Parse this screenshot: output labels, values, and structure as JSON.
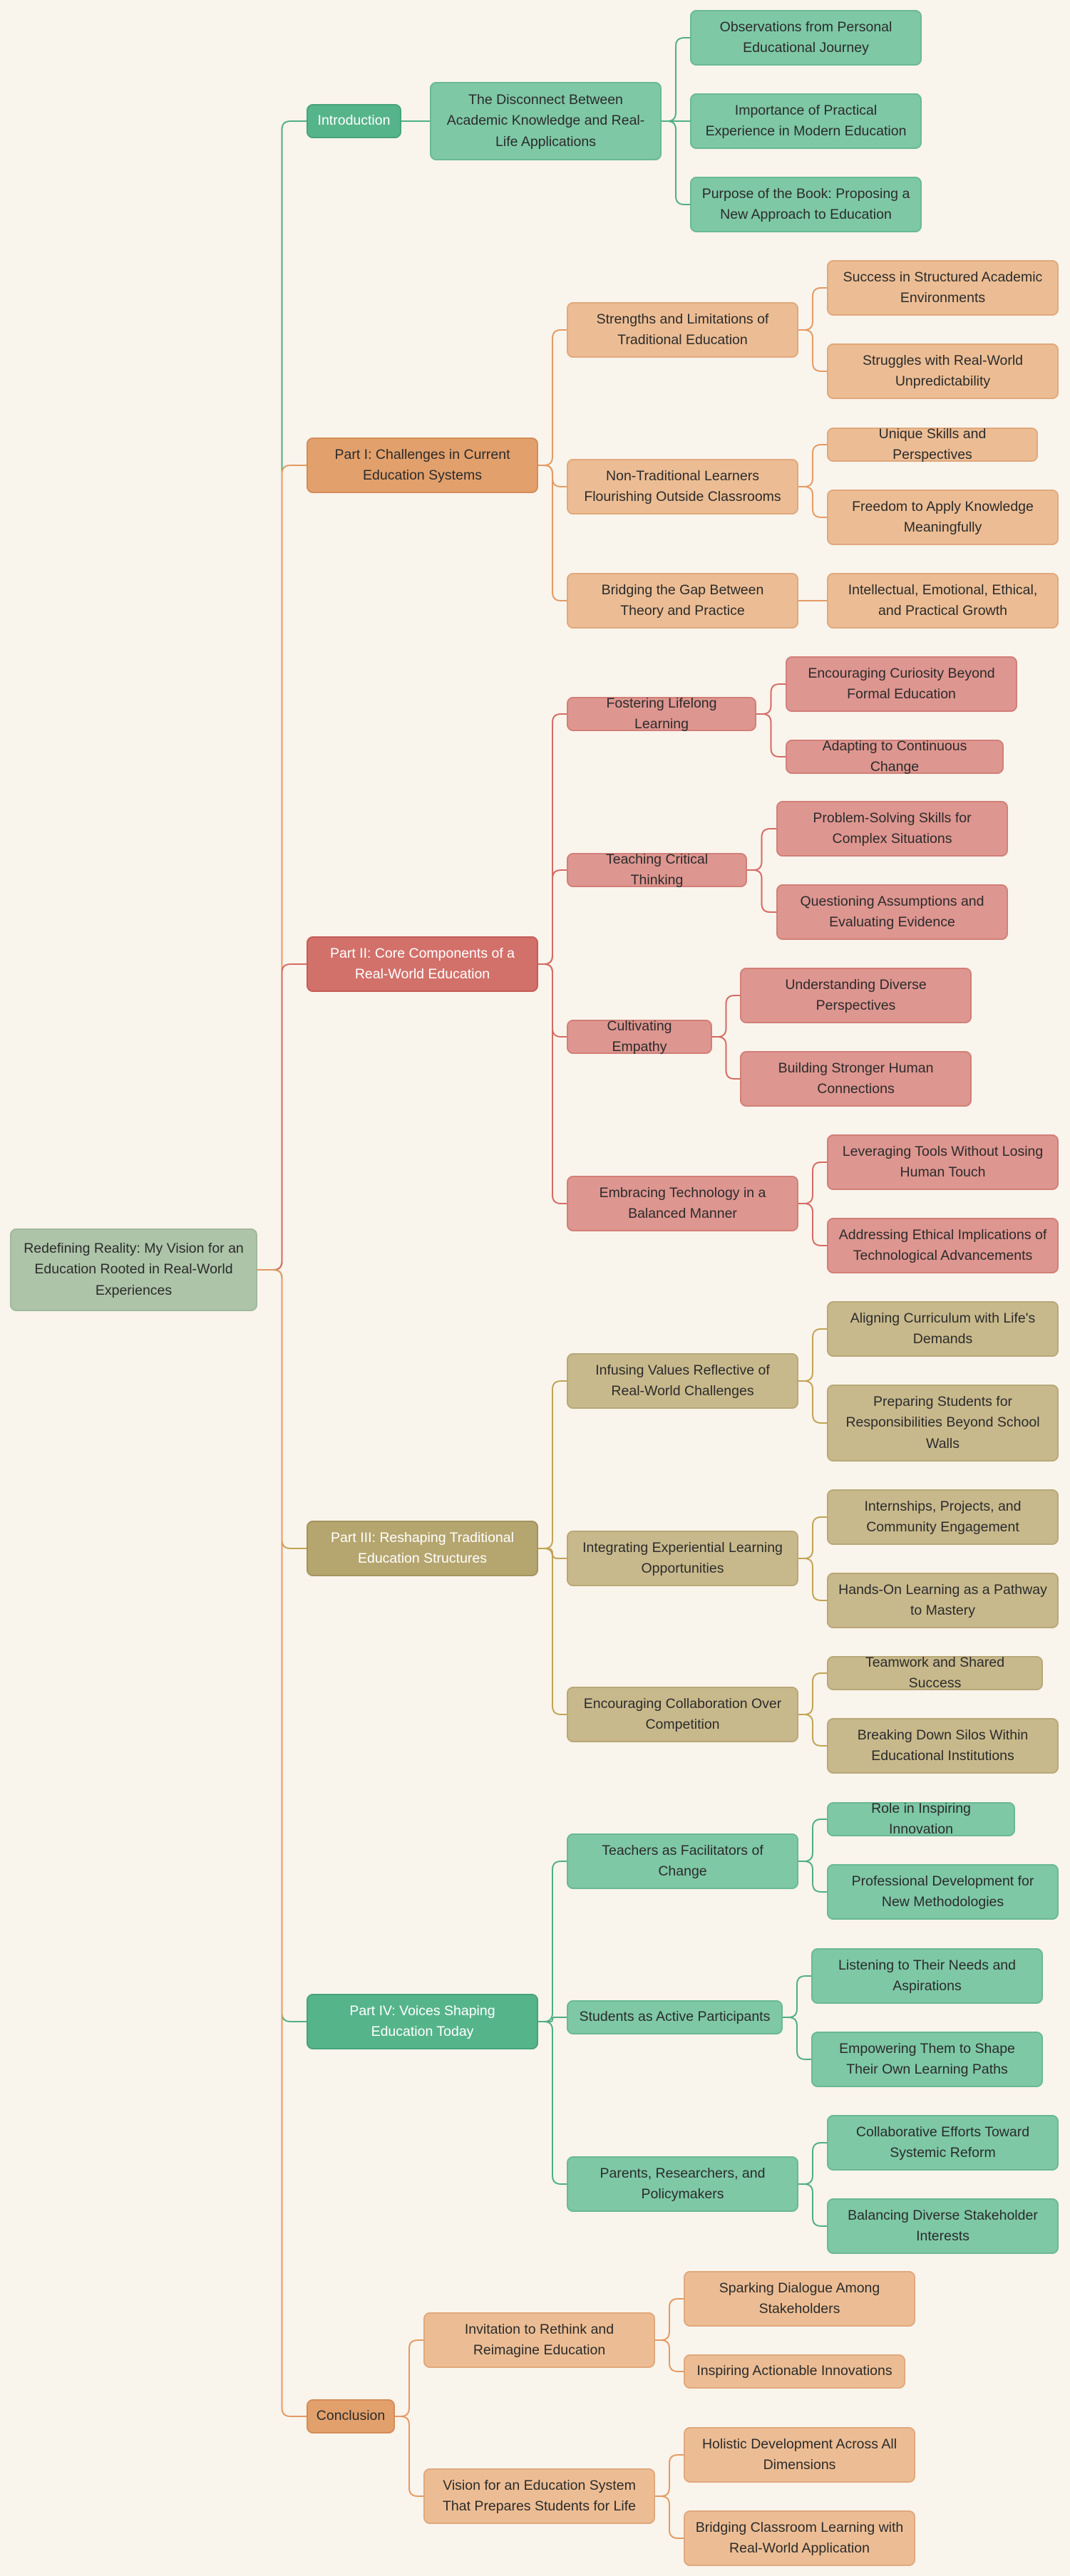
{
  "colors": {
    "background": "#f9f4ec",
    "root": {
      "fill": "#adc4a8",
      "border": "#9fb89a"
    },
    "green": {
      "main": "#55b48a",
      "main_border": "#47a27a",
      "fill": "#7ec8a5",
      "border": "#6ab993",
      "line": "#4fae84"
    },
    "orange": {
      "main": "#e2a06c",
      "main_border": "#d48c58",
      "fill": "#ecbd94",
      "border": "#e0a87c",
      "line": "#e39a63"
    },
    "red": {
      "main": "#d2706a",
      "main_border": "#c45c56",
      "fill": "#de9690",
      "border": "#d17f78",
      "line": "#d46a63"
    },
    "olive": {
      "main": "#b5a56e",
      "main_border": "#a3935c",
      "fill": "#c8b98c",
      "border": "#b8a877",
      "line": "#c2a353"
    }
  },
  "mindmap": {
    "root": {
      "label": "Redefining Reality: My Vision for an Education Rooted in Real-World Experiences"
    },
    "branches": [
      {
        "label": "Introduction",
        "color": "green",
        "children": [
          {
            "label": "The Disconnect Between Academic Knowledge and Real-Life Applications",
            "children": [
              {
                "label": "Observations from Personal Educational Journey"
              },
              {
                "label": "Importance of Practical Experience in Modern Education"
              },
              {
                "label": "Purpose of the Book: Proposing a New Approach to Education"
              }
            ]
          }
        ]
      },
      {
        "label": "Part I: Challenges in Current Education Systems",
        "color": "orange",
        "children": [
          {
            "label": "Strengths and Limitations of Traditional Education",
            "children": [
              {
                "label": "Success in Structured Academic Environments"
              },
              {
                "label": "Struggles with Real-World Unpredictability"
              }
            ]
          },
          {
            "label": "Non-Traditional Learners Flourishing Outside Classrooms",
            "children": [
              {
                "label": "Unique Skills and Perspectives"
              },
              {
                "label": "Freedom to Apply Knowledge Meaningfully"
              }
            ]
          },
          {
            "label": "Bridging the Gap Between Theory and Practice",
            "children": [
              {
                "label": "Intellectual, Emotional, Ethical, and Practical Growth"
              }
            ]
          }
        ]
      },
      {
        "label": "Part II: Core Components of a Real-World Education",
        "color": "red",
        "children": [
          {
            "label": "Fostering Lifelong Learning",
            "children": [
              {
                "label": "Encouraging Curiosity Beyond Formal Education"
              },
              {
                "label": "Adapting to Continuous Change"
              }
            ]
          },
          {
            "label": "Teaching Critical Thinking",
            "children": [
              {
                "label": "Problem-Solving Skills for Complex Situations"
              },
              {
                "label": "Questioning Assumptions and Evaluating Evidence"
              }
            ]
          },
          {
            "label": "Cultivating Empathy",
            "children": [
              {
                "label": "Understanding Diverse Perspectives"
              },
              {
                "label": "Building Stronger Human Connections"
              }
            ]
          },
          {
            "label": "Embracing Technology in a Balanced Manner",
            "children": [
              {
                "label": "Leveraging Tools Without Losing Human Touch"
              },
              {
                "label": "Addressing Ethical Implications of Technological Advancements"
              }
            ]
          }
        ]
      },
      {
        "label": "Part III: Reshaping Traditional Education Structures",
        "color": "olive",
        "children": [
          {
            "label": "Infusing Values Reflective of Real-World Challenges",
            "children": [
              {
                "label": "Aligning Curriculum with Life's Demands"
              },
              {
                "label": "Preparing Students for Responsibilities Beyond School Walls"
              }
            ]
          },
          {
            "label": "Integrating Experiential Learning Opportunities",
            "children": [
              {
                "label": "Internships, Projects, and Community Engagement"
              },
              {
                "label": "Hands-On Learning as a Pathway to Mastery"
              }
            ]
          },
          {
            "label": "Encouraging Collaboration Over Competition",
            "children": [
              {
                "label": "Teamwork and Shared Success"
              },
              {
                "label": "Breaking Down Silos Within Educational Institutions"
              }
            ]
          }
        ]
      },
      {
        "label": "Part IV: Voices Shaping Education Today",
        "color": "green",
        "children": [
          {
            "label": "Teachers as Facilitators of Change",
            "children": [
              {
                "label": "Role in Inspiring Innovation"
              },
              {
                "label": "Professional Development for New Methodologies"
              }
            ]
          },
          {
            "label": "Students as Active Participants",
            "children": [
              {
                "label": "Listening to Their Needs and Aspirations"
              },
              {
                "label": "Empowering Them to Shape Their Own Learning Paths"
              }
            ]
          },
          {
            "label": "Parents, Researchers, and Policymakers",
            "children": [
              {
                "label": "Collaborative Efforts Toward Systemic Reform"
              },
              {
                "label": "Balancing Diverse Stakeholder Interests"
              }
            ]
          }
        ]
      },
      {
        "label": "Conclusion",
        "color": "orange",
        "children": [
          {
            "label": "Invitation to Rethink and Reimagine Education",
            "children": [
              {
                "label": "Sparking Dialogue Among Stakeholders"
              },
              {
                "label": "Inspiring Actionable Innovations"
              }
            ]
          },
          {
            "label": "Vision for an Education System That Prepares Students for Life",
            "children": [
              {
                "label": "Holistic Development Across All Dimensions"
              },
              {
                "label": "Bridging Classroom Learning with Real-World Application"
              }
            ]
          }
        ]
      }
    ]
  }
}
